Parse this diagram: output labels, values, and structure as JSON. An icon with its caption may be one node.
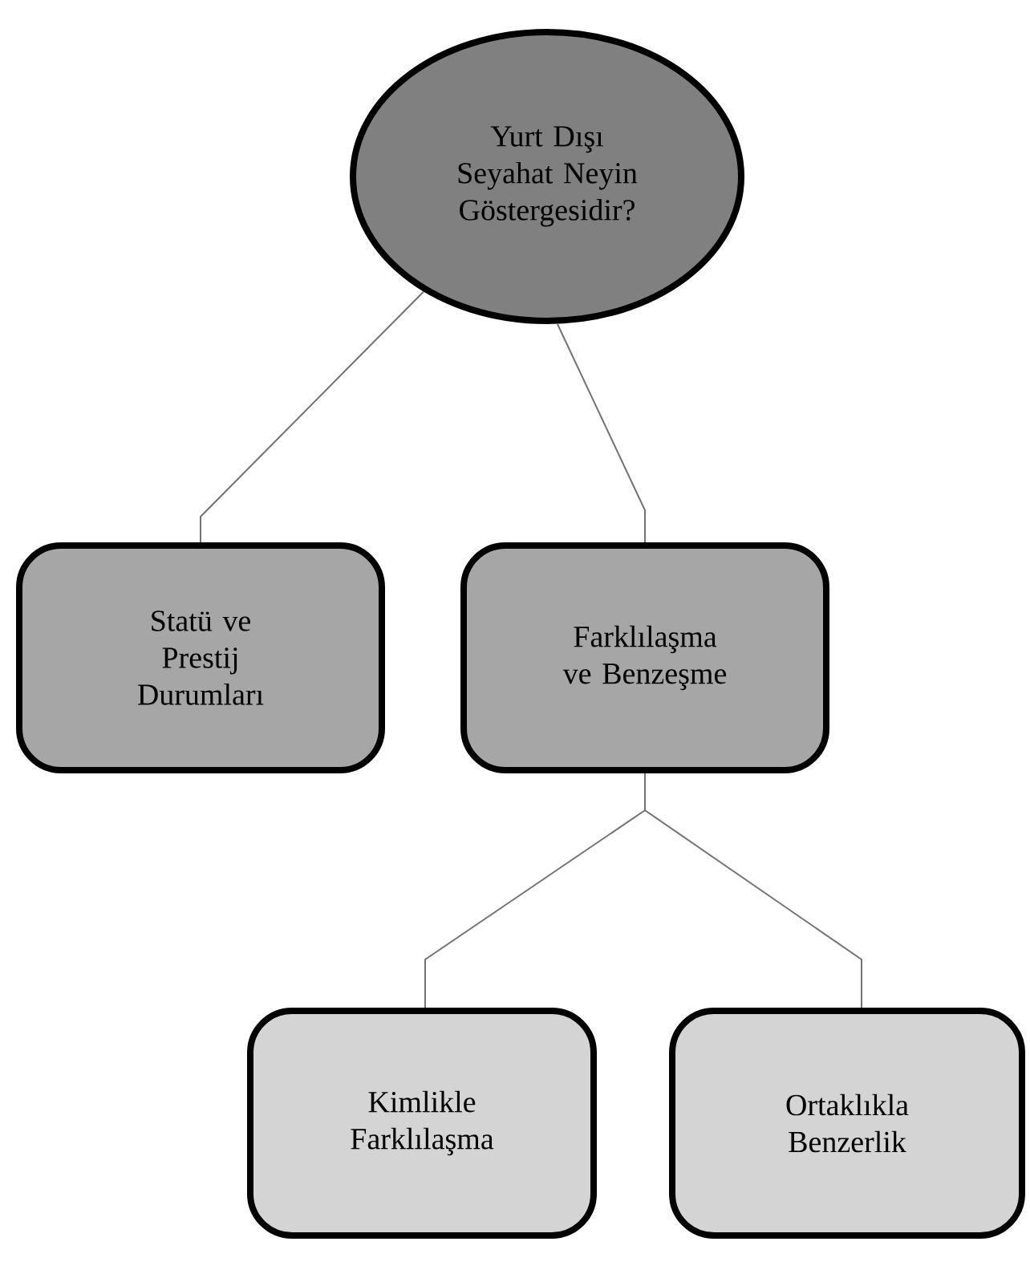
{
  "diagram": {
    "nodes": [
      {
        "text": [
          "Yurt Dışı Seyahat Neyin Göstergesidir?"
        ]
      },
      {
        "text": [
          "Statü ve Prestij Durumları"
        ]
      },
      {
        "text": [
          "Farklılaşma ve Benzeşme"
        ]
      },
      {
        "text": [
          "Kimlikle Farklılaşma"
        ]
      },
      {
        "text": [
          "Ortaklıkla Benzerlik"
        ]
      }
    ],
    "edges": [
      {
        "from": 0,
        "to": 1,
        "arrow": "none"
      },
      {
        "from": 0,
        "to": 2,
        "arrow": "none"
      },
      {
        "from": 2,
        "to": 3,
        "arrow": "none"
      },
      {
        "from": 2,
        "to": 4,
        "arrow": "none"
      }
    ]
  }
}
